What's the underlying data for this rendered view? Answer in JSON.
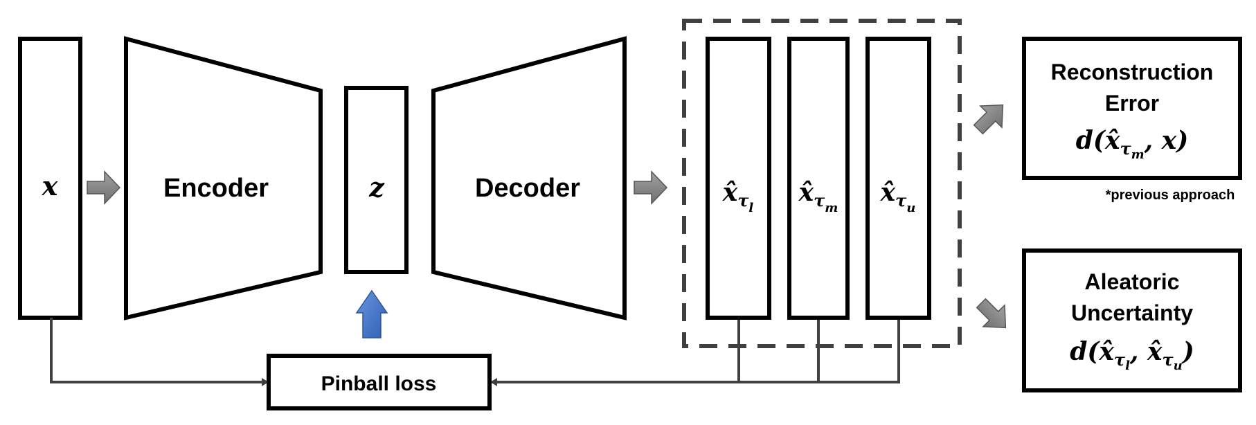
{
  "input": {
    "symbol": "x"
  },
  "encoder": {
    "label": "Encoder"
  },
  "latent": {
    "symbol": "z"
  },
  "decoder": {
    "label": "Decoder"
  },
  "outputs": [
    {
      "symbol": "x̂",
      "sub": "τ",
      "subsub": "l"
    },
    {
      "symbol": "x̂",
      "sub": "τ",
      "subsub": "m"
    },
    {
      "symbol": "x̂",
      "sub": "τ",
      "subsub": "u"
    }
  ],
  "loss": {
    "label": "Pinball loss"
  },
  "reconstruction": {
    "title_line1": "Reconstruction",
    "title_line2": "Error",
    "formula": {
      "d": "d(",
      "a": "x̂",
      "a_sub": "τ",
      "a_subsub": "m",
      "sep": ", ",
      "b": "x",
      "close": ")"
    },
    "note": "*previous approach"
  },
  "aleatoric": {
    "title_line1": "Aleatoric",
    "title_line2": "Uncertainty",
    "formula": {
      "d": "d(",
      "a": "x̂",
      "a_sub": "τ",
      "a_subsub": "l",
      "sep": ", ",
      "b": "x̂",
      "b_sub": "τ",
      "b_subsub": "u",
      "close": ")"
    }
  },
  "colors": {
    "arrow_gray": "#808080",
    "arrow_blue": "#4472C4",
    "wire": "#404040",
    "dash": "#404040"
  }
}
